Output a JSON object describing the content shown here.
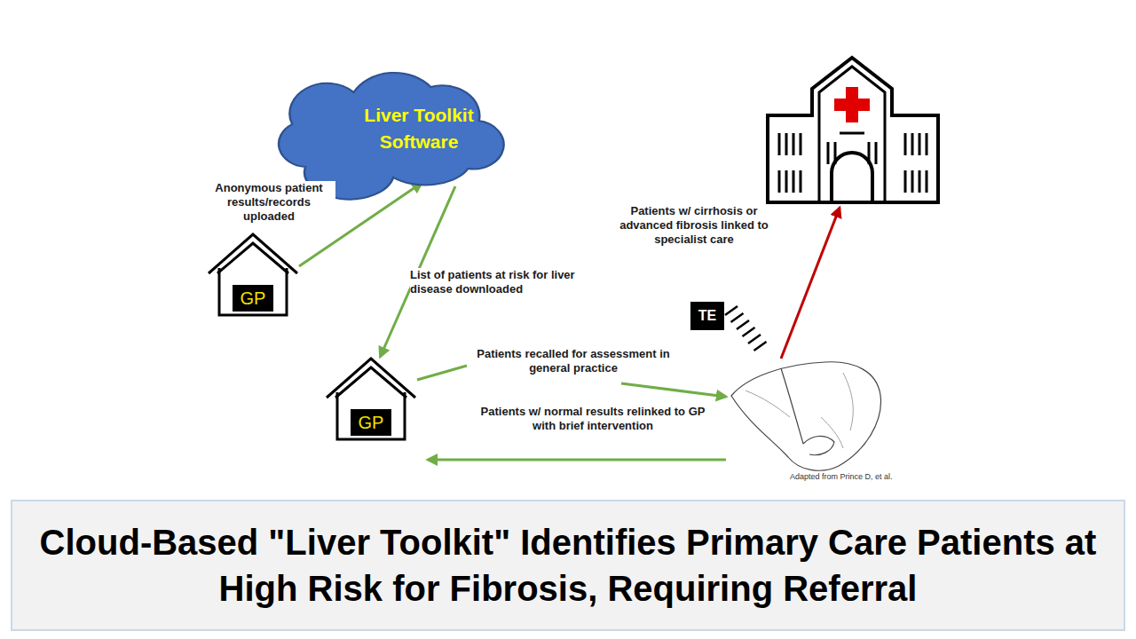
{
  "diagram": {
    "title": "Cloud-Based \"Liver Toolkit\" Identifies Primary Care Patients at High Risk for Fibrosis, Requiring Referral",
    "nodes": [
      {
        "text": [
          "Liver Toolkit Software"
        ]
      },
      {
        "text": [
          "GP"
        ]
      },
      {
        "text": [
          "GP"
        ]
      }
    ],
    "edges": [
      {
        "from": 1,
        "to": 0,
        "label": "Anonymous patient results/records uploaded",
        "arrow": "to"
      },
      {
        "from": 0,
        "to": 2,
        "label": "List of patients at risk for liver disease downloaded",
        "arrow": "to"
      }
    ],
    "labels": [
      "Patients recalled for assessment in general practice",
      "Patients w/ normal results relinked to GP with brief intervention",
      "Patients w/ cirrhosis or advanced fibrosis linked to specialist care",
      "TE",
      "Adapted from Prince D, et al."
    ]
  }
}
